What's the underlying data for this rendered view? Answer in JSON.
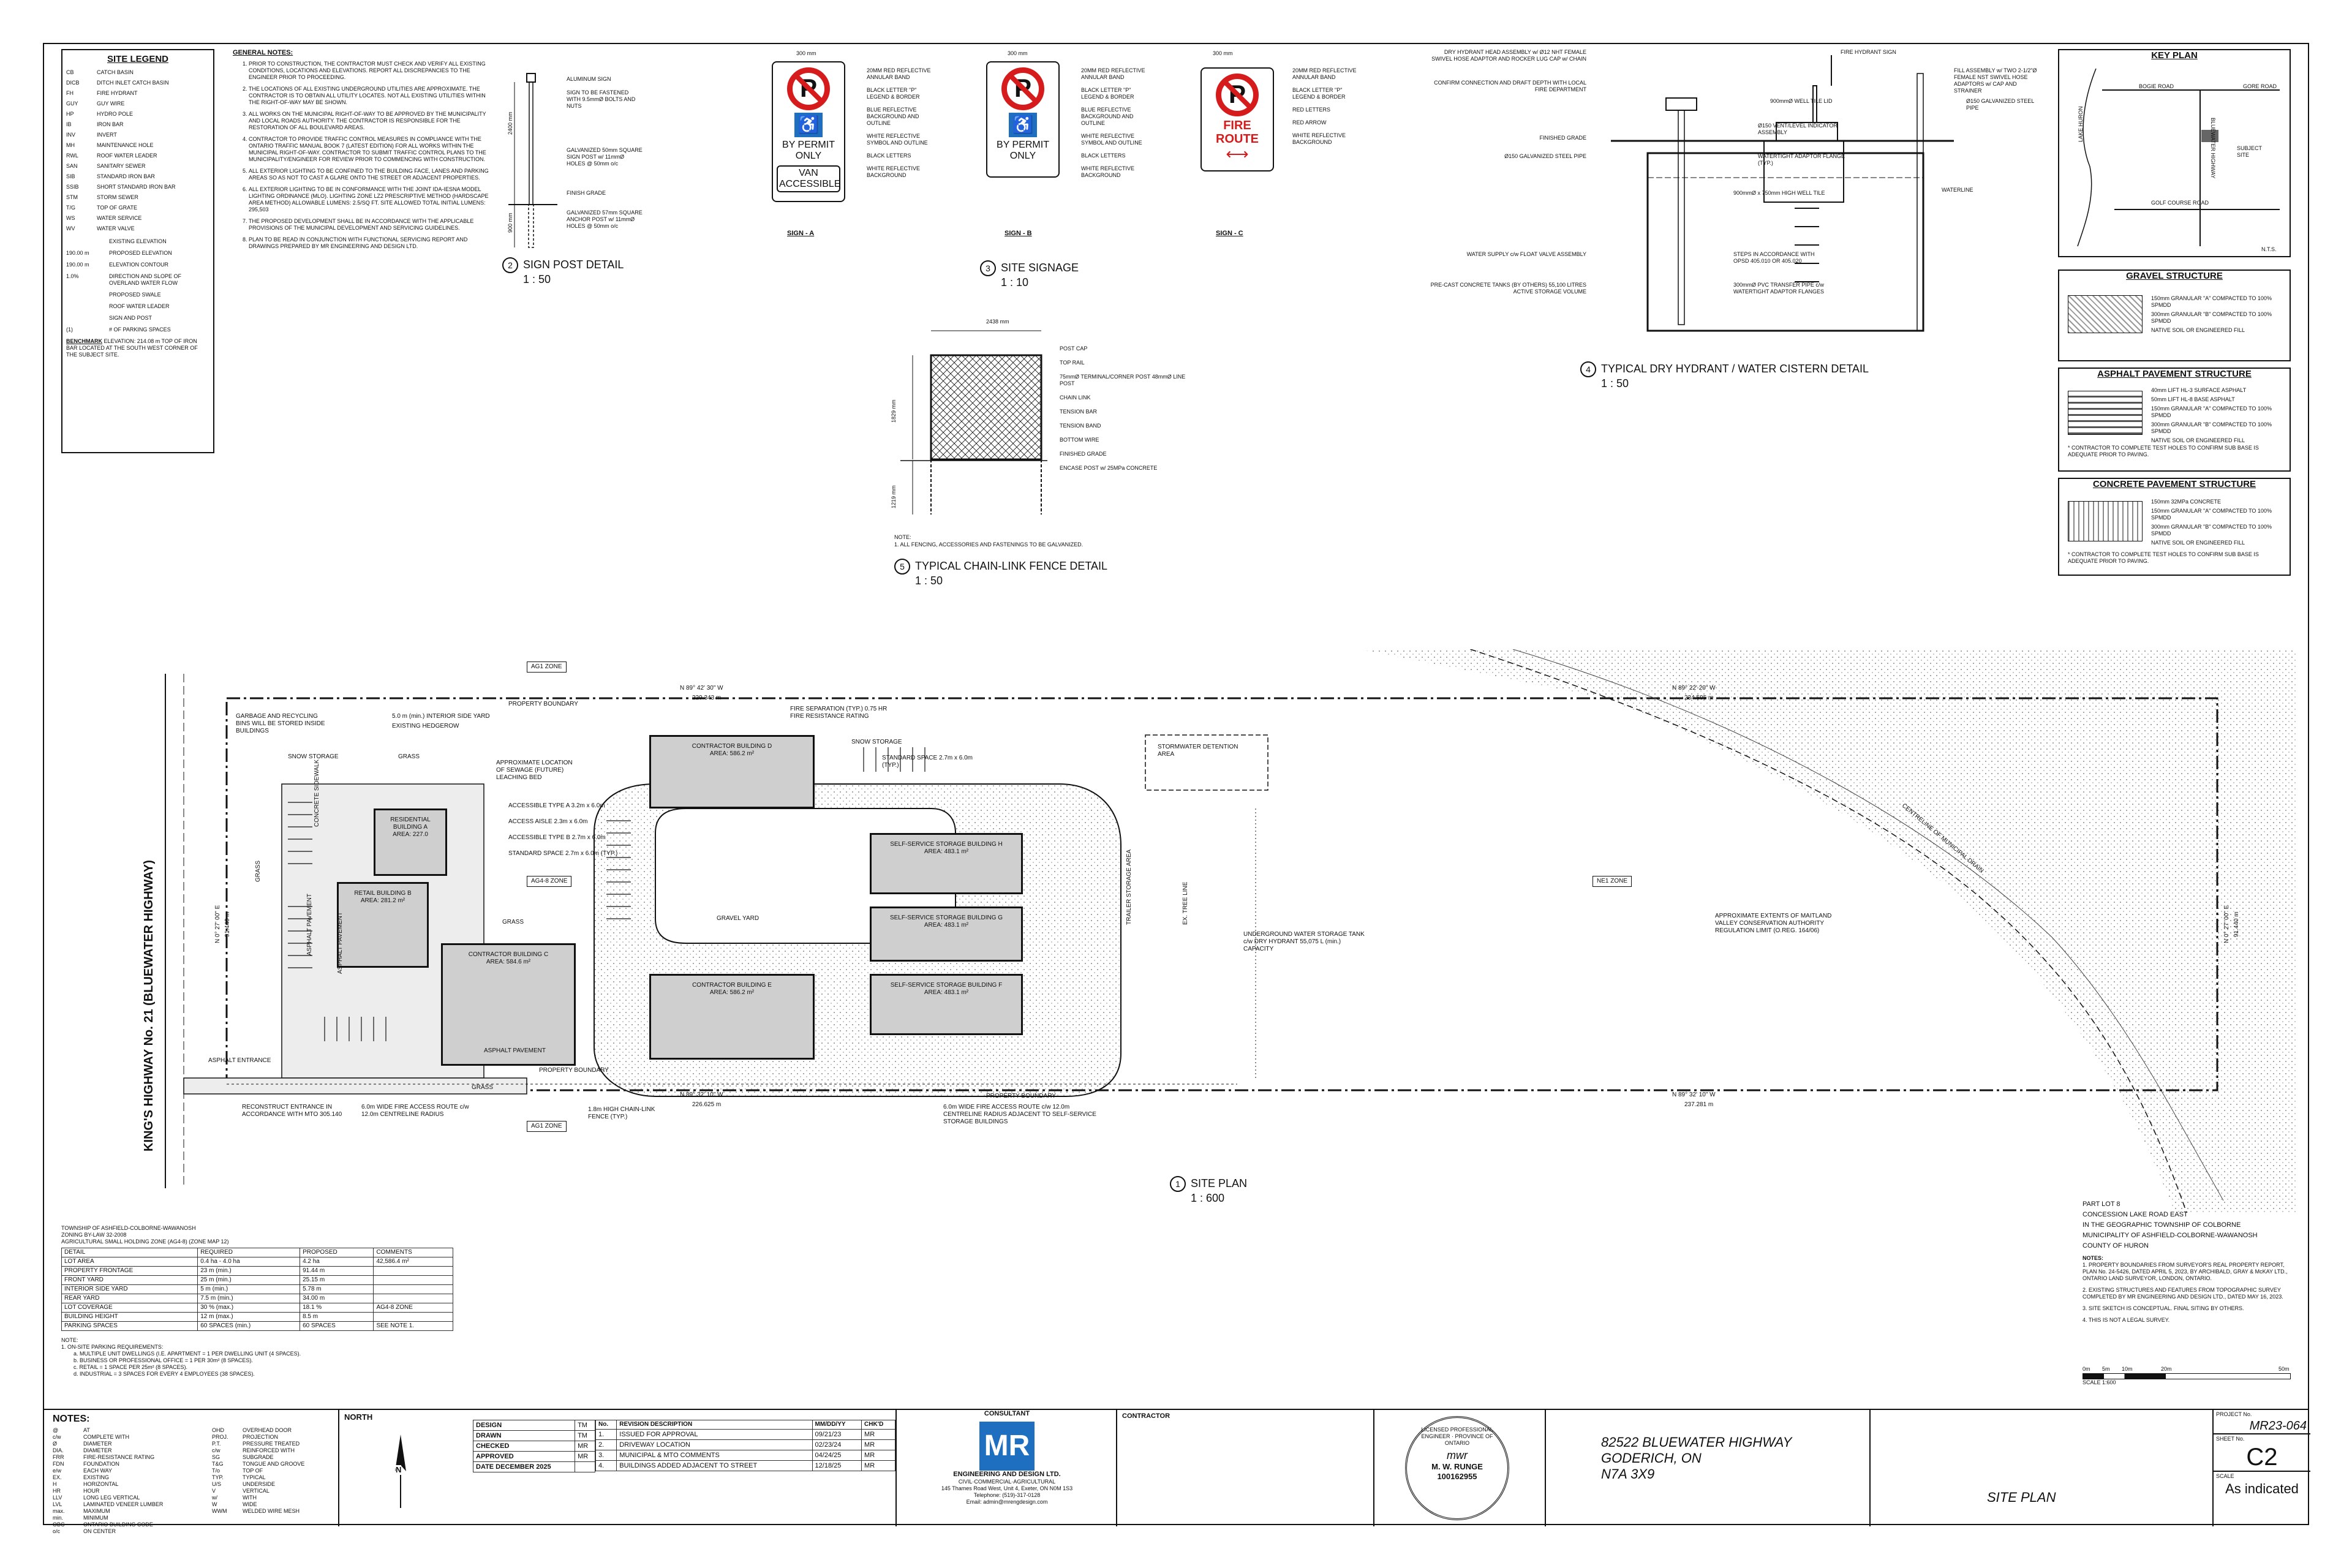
{
  "legend": {
    "title": "SITE LEGEND",
    "items": [
      [
        "CB",
        "CATCH BASIN"
      ],
      [
        "DICB",
        "DITCH INLET CATCH BASIN"
      ],
      [
        "FH",
        "FIRE HYDRANT"
      ],
      [
        "GUY",
        "GUY WIRE"
      ],
      [
        "HP",
        "HYDRO POLE"
      ],
      [
        "IB",
        "IRON BAR"
      ],
      [
        "INV",
        "INVERT"
      ],
      [
        "MH",
        "MAINTENANCE HOLE"
      ],
      [
        "RWL",
        "ROOF WATER LEADER"
      ],
      [
        "SAN",
        "SANITARY SEWER"
      ],
      [
        "SIB",
        "STANDARD IRON BAR"
      ],
      [
        "SSIB",
        "SHORT STANDARD IRON BAR"
      ],
      [
        "STM",
        "STORM SEWER"
      ],
      [
        "T/G",
        "TOP OF GRATE"
      ],
      [
        "WS",
        "WATER SERVICE"
      ],
      [
        "WV",
        "WATER VALVE"
      ]
    ],
    "symbols": [
      "EXISTING ELEVATION",
      "PROPOSED ELEVATION",
      "ELEVATION CONTOUR",
      "DIRECTION AND SLOPE OF OVERLAND WATER FLOW",
      "PROPOSED SWALE",
      "ROOF WATER LEADER",
      "SIGN AND POST",
      "# OF PARKING SPACES"
    ],
    "sym_vals": [
      "",
      "190.00 m",
      "190.00 m",
      "1.0%",
      "",
      "",
      "",
      "(1)"
    ],
    "benchmark_label": "BENCHMARK",
    "benchmark": "ELEVATION: 214.08 m TOP OF IRON BAR LOCATED AT THE SOUTH WEST CORNER OF THE SUBJECT SITE."
  },
  "general_notes": {
    "title": "GENERAL NOTES:",
    "items": [
      "PRIOR TO CONSTRUCTION, THE CONTRACTOR MUST CHECK AND VERIFY ALL EXISTING CONDITIONS, LOCATIONS AND ELEVATIONS. REPORT ALL DISCREPANCIES TO THE ENGINEER PRIOR TO PROCEEDING.",
      "THE LOCATIONS OF ALL EXISTING UNDERGROUND UTILITIES ARE APPROXIMATE. THE CONTRACTOR IS TO OBTAIN ALL UTILITY LOCATES. NOT ALL EXISTING UTILITIES WITHIN THE RIGHT-OF-WAY MAY BE SHOWN.",
      "ALL WORKS ON THE MUNICIPAL RIGHT-OF-WAY TO BE APPROVED BY THE MUNICIPALITY AND LOCAL ROADS AUTHORITY. THE CONTRACTOR IS RESPONSIBLE FOR THE RESTORATION OF ALL BOULEVARD AREAS.",
      "CONTRACTOR TO PROVIDE TRAFFIC CONTROL MEASURES IN COMPLIANCE WITH THE ONTARIO TRAFFIC MANUAL BOOK 7 (LATEST EDITION) FOR ALL WORKS WITHIN THE MUNICIPAL RIGHT-OF-WAY. CONTRACTOR TO SUBMIT TRAFFIC CONTROL PLANS TO THE MUNICIPALITY/ENGINEER FOR REVIEW PRIOR TO COMMENCING WITH CONSTRUCTION.",
      "ALL EXTERIOR LIGHTING TO BE CONFINED TO THE BUILDING FACE, LANES AND PARKING AREAS SO AS NOT TO CAST A GLARE ONTO THE STREET OR ADJACENT PROPERTIES.",
      "ALL EXTERIOR LIGHTING TO BE IN CONFORMANCE WITH THE JOINT IDA-IESNA MODEL LIGHTING ORDINANCE (MLO). LIGHTING ZONE LZ2 PRESCRIPTIVE METHOD (HARDSCAPE AREA METHOD) ALLOWABLE LUMENS: 2.5/SQ FT. SITE ALLOWED TOTAL INITIAL LUMENS: 295,503",
      "THE PROPOSED DEVELOPMENT SHALL BE IN ACCORDANCE WITH THE APPLICABLE PROVISIONS OF THE MUNICIPAL DEVELOPMENT AND SERVICING GUIDELINES.",
      "PLAN TO BE READ IN CONJUNCTION WITH FUNCTIONAL SERVICING REPORT AND DRAWINGS PREPARED BY MR ENGINEERING AND DESIGN LTD."
    ]
  },
  "sign_post": {
    "num": "2",
    "title": "SIGN POST DETAIL",
    "scale": "1 : 50",
    "notes": [
      "ALUMINUM SIGN",
      "SIGN TO BE FASTENED WITH 9.5mmØ BOLTS AND NUTS",
      "GALVANIZED 50mm SQUARE SIGN POST w/ 11mmØ HOLES @ 50mm o/c",
      "FINISH GRADE",
      "GALVANIZED 57mm SQUARE ANCHOR POST w/ 11mmØ HOLES @ 50mm o/c"
    ],
    "dims": [
      "2400 mm",
      "900 mm"
    ]
  },
  "site_signage": {
    "num": "3",
    "title": "SITE SIGNAGE",
    "scale": "1 : 10",
    "a": {
      "label": "SIGN - A",
      "top": "BY PERMIT ONLY",
      "bottom": "VAN ACCESSIBLE"
    },
    "b": {
      "label": "SIGN - B",
      "top": "BY PERMIT ONLY"
    },
    "c": {
      "label": "SIGN - C",
      "top": "FIRE ROUTE"
    },
    "dim": "300 mm",
    "notes_ab": [
      "20MM RED REFLECTIVE ANNULAR BAND",
      "BLACK LETTER \"P\" LEGEND & BORDER",
      "BLUE REFLECTIVE BACKGROUND AND OUTLINE",
      "WHITE REFLECTIVE SYMBOL AND OUTLINE",
      "BLACK LETTERS",
      "WHITE REFLECTIVE BACKGROUND"
    ],
    "notes_c": [
      "20MM RED REFLECTIVE ANNULAR BAND",
      "BLACK LETTER \"P\" LEGEND & BORDER",
      "RED LETTERS",
      "RED ARROW",
      "WHITE REFLECTIVE BACKGROUND"
    ]
  },
  "fence": {
    "num": "5",
    "title": "TYPICAL CHAIN-LINK FENCE DETAIL",
    "scale": "1 : 50",
    "notes": [
      "POST CAP",
      "TOP RAIL",
      "75mmØ TERMINAL/CORNER POST 48mmØ LINE POST",
      "CHAIN LINK",
      "TENSION BAR",
      "TENSION BAND",
      "BOTTOM WIRE",
      "FINISHED GRADE",
      "ENCASE POST w/ 25MPa CONCRETE"
    ],
    "dims": [
      "2438 mm",
      "1829 mm",
      "1219 mm"
    ],
    "note_label": "NOTE:",
    "note": "1.   ALL FENCING, ACCESSORIES AND FASTENINGS TO BE GALVANIZED."
  },
  "hydrant": {
    "num": "4",
    "title": "TYPICAL DRY HYDRANT / WATER CISTERN DETAIL",
    "scale": "1 : 50",
    "notes": [
      "DRY HYDRANT HEAD ASSEMBLY w/ Ø12 NHT FEMALE SWIVEL HOSE ADAPTOR AND ROCKER LUG CAP w/ CHAIN",
      "CONFIRM CONNECTION AND DRAFT DEPTH WITH LOCAL FIRE DEPARTMENT",
      "FINISHED GRADE",
      "Ø150 GALVANIZED STEEL PIPE",
      "WATER SUPPLY c/w FLOAT VALVE ASSEMBLY",
      "PRE-CAST CONCRETE TANKS (BY OTHERS) 55,100 LITRES ACTIVE STORAGE VOLUME",
      "FIRE HYDRANT SIGN",
      "900mmØ WELL TILE LID",
      "Ø150 VENT/LEVEL INDICATOR ASSEMBLY",
      "WATERTIGHT ADAPTOR FLANGE (TYP.)",
      "900mmØ x 750mm HIGH WELL TILE",
      "STEPS IN ACCORDANCE WITH OPSD 405.010 OR 405.020",
      "300mmØ PVC TRANSFER PIPE c/w WATERTIGHT ADAPTOR FLANGES",
      "FILL ASSEMBLY w/ TWO 2-1/2\"Ø FEMALE NST SWIVEL HOSE ADAPTORS w/ CAP AND STRAINER",
      "Ø150 GALVANIZED STEEL PIPE",
      "WATERLINE"
    ]
  },
  "key_plan": {
    "title": "KEY PLAN",
    "roads": [
      "BOGIE ROAD",
      "GORE ROAD",
      "BLUEWATER HIGHWAY",
      "GOLF COURSE ROAD",
      "LAKE HURON"
    ],
    "site": "SUBJECT SITE",
    "nts": "N.T.S."
  },
  "gravel": {
    "title": "GRAVEL STRUCTURE",
    "layers": [
      "150mm GRANULAR \"A\" COMPACTED TO 100% SPMDD",
      "300mm GRANULAR \"B\" COMPACTED TO 100% SPMDD",
      "NATIVE SOIL OR ENGINEERED FILL"
    ]
  },
  "asphalt": {
    "title": "ASPHALT PAVEMENT STRUCTURE",
    "layers": [
      "40mm LIFT HL-3 SURFACE ASPHALT",
      "50mm LIFT HL-8 BASE ASPHALT",
      "150mm GRANULAR \"A\" COMPACTED TO 100% SPMDD",
      "300mm GRANULAR \"B\" COMPACTED TO 100% SPMDD",
      "NATIVE SOIL OR ENGINEERED FILL"
    ],
    "note": "* CONTRACTOR TO COMPLETE TEST HOLES TO CONFIRM SUB BASE IS ADEQUATE PRIOR TO PAVING."
  },
  "concrete": {
    "title": "CONCRETE PAVEMENT STRUCTURE",
    "layers": [
      "150mm 32MPa CONCRETE",
      "150mm GRANULAR \"A\" COMPACTED TO 100% SPMDD",
      "300mm GRANULAR \"B\" COMPACTED TO 100% SPMDD",
      "NATIVE SOIL OR ENGINEERED FILL"
    ],
    "note": "* CONTRACTOR TO COMPLETE TEST HOLES TO CONFIRM SUB BASE IS ADEQUATE PRIOR TO PAVING."
  },
  "site_plan": {
    "num": "1",
    "title": "SITE PLAN",
    "scale": "1 : 600",
    "highway": "KING'S HIGHWAY No. 21 (BLUEWATER HIGHWAY)",
    "bearings": {
      "n1": "N  89° 42' 30\"  W",
      "n1d": "229.343 m",
      "n2": "N  89° 22' 20\"  W",
      "n2d": "234.595 m",
      "s1": "N  89° 32' 10\"  W",
      "s1d": "226.625 m",
      "s2": "N  89° 32' 10\"  W",
      "s2d": "237.281 m",
      "w": "N  0° 27' 00\"  E",
      "wd": "91.440 m",
      "e": "N  0° 27' 00\"  E",
      "ed": "91.440 m"
    },
    "buildings": [
      {
        "name": "RESIDENTIAL BUILDING A",
        "area": "AREA: 227.0"
      },
      {
        "name": "RETAIL BUILDING B",
        "area": "AREA: 281.2 m²"
      },
      {
        "name": "CONTRACTOR BUILDING C",
        "area": "AREA: 584.6 m²"
      },
      {
        "name": "CONTRACTOR BUILDING D",
        "area": "AREA: 586.2 m²"
      },
      {
        "name": "CONTRACTOR BUILDING E",
        "area": "AREA: 586.2 m²"
      },
      {
        "name": "SELF-SERVICE STORAGE BUILDING F",
        "area": "AREA: 483.1 m²"
      },
      {
        "name": "SELF-SERVICE STORAGE BUILDING G",
        "area": "AREA: 483.1 m²"
      },
      {
        "name": "SELF-SERVICE STORAGE BUILDING H",
        "area": "AREA: 483.1 m²"
      }
    ],
    "zones": [
      "AG1 ZONE",
      "AG4-8 ZONE",
      "NE1 ZONE",
      "AG1 ZONE"
    ],
    "labels": [
      "PROPERTY BOUNDARY",
      "5.0 m (min.) INTERIOR SIDE YARD",
      "EXISTING HEDGEROW",
      "GARBAGE AND RECYCLING BINS WILL BE STORED INSIDE BUILDINGS",
      "SNOW STORAGE",
      "GRASS",
      "FIRE SEPARATION (TYP.) 0.75 HR FIRE RESISTANCE RATING",
      "SNOW STORAGE",
      "STANDARD SPACE 2.7m x 6.0m (TYP.)",
      "STORMWATER DETENTION AREA",
      "APPROXIMATE LOCATION OF SEWAGE (FUTURE) LEACHING BED",
      "ACCESSIBLE TYPE A 3.2m x 6.0m",
      "ACCESS AISLE 2.3m x 6.0m",
      "ACCESSIBLE TYPE B 2.7m x 6.0m",
      "STANDARD SPACE 2.7m x 6.0m (TYP.)",
      "GRAVEL YARD",
      "TRAILER STORAGE AREA",
      "EX. TREE LINE",
      "UNDERGROUND WATER STORAGE TANK c/w DRY HYDRANT 55,075 L (min.) CAPACITY",
      "APPROXIMATE EXTENTS OF MAITLAND VALLEY CONSERVATION AUTHORITY REGULATION LIMIT (O.REG. 164/06)",
      "ASPHALT PAVEMENT",
      "ASPHALT PAVEMENT",
      "ASPHALT ENTRANCE",
      "PROPERTY BOUNDARY",
      "RECONSTRUCT ENTRANCE IN ACCORDANCE WITH MTO 305.140",
      "6.0m WIDE FIRE ACCESS ROUTE c/w 12.0m CENTRELINE RADIUS",
      "1.8m HIGH CHAIN-LINK FENCE (TYP.)",
      "6.0m WIDE FIRE ACCESS ROUTE c/w 12.0m CENTRELINE RADIUS ADJACENT TO SELF-SERVICE STORAGE BUILDINGS",
      "PROPERTY BOUNDARY",
      "GRASS",
      "GRASS",
      "GRASS",
      "CONCRETE SIDEWALK",
      "ASPHALT PAVEMENT",
      "CENTRELINE OF MUNICIPAL DRAIN"
    ]
  },
  "zoning": {
    "heading": "TOWNSHIP OF ASHFIELD-COLBORNE-WAWANOSH\nZONING BY-LAW 32-2008\nAGRICULTURAL SMALL HOLDING ZONE (AG4-8)          (ZONE MAP 12)",
    "cols": [
      "DETAIL",
      "REQUIRED",
      "PROPOSED",
      "COMMENTS"
    ],
    "rows": [
      [
        "LOT AREA",
        "0.4 ha - 4.0 ha",
        "4.2 ha",
        "42,586.4 m²"
      ],
      [
        "PROPERTY FRONTAGE",
        "23 m (min.)",
        "91.44 m",
        ""
      ],
      [
        "FRONT YARD",
        "25 m (min.)",
        "25.15 m",
        ""
      ],
      [
        "INTERIOR SIDE YARD",
        "5 m (min.)",
        "5.78 m",
        ""
      ],
      [
        "REAR YARD",
        "7.5 m (min.)",
        "34.00 m",
        ""
      ],
      [
        "LOT COVERAGE",
        "30 % (max.)",
        "18.1 %",
        "AG4-8 ZONE"
      ],
      [
        "BUILDING HEIGHT",
        "12 m (max.)",
        "8.5 m",
        ""
      ],
      [
        "PARKING SPACES",
        "60 SPACES (min.)",
        "60 SPACES",
        "SEE NOTE 1."
      ]
    ],
    "note_title": "NOTE:",
    "notes": [
      "1.   ON-SITE PARKING REQUIREMENTS:",
      "a.   MULTIPLE UNIT DWELLINGS (I.E. APARTMENT = 1 PER DWELLING UNIT (4 SPACES).",
      "b.   BUSINESS OR PROFESSIONAL OFFICE = 1 PER 30m² (8 SPACES).",
      "c.   RETAIL = 1 SPACE PER 25m² (8 SPACES).",
      "d.   INDUSTRIAL = 3 SPACES FOR EVERY 4 EMPLOYEES (38 SPACES)."
    ]
  },
  "legal": {
    "lines": [
      "PART LOT 8",
      "CONCESSION LAKE ROAD EAST",
      "IN THE GEOGRAPHIC TOWNSHIP OF COLBORNE",
      "MUNICIPALITY OF ASHFIELD-COLBORNE-WAWANOSH",
      "COUNTY OF HURON"
    ],
    "notes_title": "NOTES:",
    "notes": [
      "1.   PROPERTY BOUNDARIES FROM SURVEYOR'S REAL PROPERTY REPORT, PLAN No. 24-5426, DATED APRIL 5, 2023, BY ARCHIBALD, GRAY & McKAY LTD., ONTARIO LAND SURVEYOR, LONDON, ONTARIO.",
      "2.   EXISTING STRUCTURES AND FEATURES FROM TOPOGRAPHIC SURVEY COMPLETED BY MR ENGINEERING AND DESIGN LTD., DATED MAY 16, 2023.",
      "3.   SITE SKETCH IS CONCEPTUAL. FINAL SITING BY OTHERS.",
      "4.   THIS IS NOT A LEGAL SURVEY."
    ],
    "scale_ticks": [
      "0m",
      "5m",
      "10m",
      "20m",
      "50m"
    ],
    "scale_label": "SCALE   1:600"
  },
  "title_block": {
    "notes_title": "NOTES:",
    "abbr1": [
      [
        "@",
        "AT"
      ],
      [
        "c/w",
        "COMPLETE WITH"
      ],
      [
        "Ø",
        "DIAMETER"
      ],
      [
        "DIA.",
        "DIAMETER"
      ],
      [
        "FRR",
        "FIRE-RESISTANCE RATING"
      ],
      [
        "FDN",
        "FOUNDATION"
      ],
      [
        "e/w",
        "EACH WAY"
      ],
      [
        "EX.",
        "EXISTING"
      ],
      [
        "H",
        "HORIZONTAL"
      ],
      [
        "HR",
        "HOUR"
      ],
      [
        "LLV",
        "LONG LEG VERTICAL"
      ],
      [
        "LVL",
        "LAMINATED VENEER LUMBER"
      ],
      [
        "max.",
        "MAXIMUM"
      ],
      [
        "min.",
        "MINIMUM"
      ],
      [
        "OBC",
        "ONTARIO BUILDING CODE"
      ],
      [
        "o/c",
        "ON CENTER"
      ]
    ],
    "abbr2": [
      [
        "OHD",
        "OVERHEAD DOOR"
      ],
      [
        "PROJ.",
        "PROJECTION"
      ],
      [
        "P.T.",
        "PRESSURE TREATED"
      ],
      [
        "c/w",
        "REINFORCED WITH"
      ],
      [
        "SG",
        "SUBGRADE"
      ],
      [
        "T&G",
        "TONGUE AND GROOVE"
      ],
      [
        "T/o",
        "TOP OF"
      ],
      [
        "TYP.",
        "TYPICAL"
      ],
      [
        "U/S",
        "UNDERSIDE"
      ],
      [
        "V",
        "VERTICAL"
      ],
      [
        "w/",
        "WITH"
      ],
      [
        "W",
        "WIDE"
      ],
      [
        "WWM",
        "WELDED WIRE MESH"
      ]
    ],
    "north": "NORTH",
    "north_letter": "N",
    "approvals": [
      [
        "DESIGN",
        "TM"
      ],
      [
        "DRAWN",
        "TM"
      ],
      [
        "CHECKED",
        "MR"
      ],
      [
        "APPROVED",
        "MR"
      ],
      [
        "DATE   DECEMBER 2025",
        ""
      ]
    ],
    "rev_cols": [
      "No.",
      "REVISION DESCRIPTION",
      "MM/DD/YY",
      "CHK'D"
    ],
    "revisions": [
      [
        "1.",
        "ISSUED FOR APPROVAL",
        "09/21/23",
        "MR"
      ],
      [
        "2.",
        "DRIVEWAY LOCATION",
        "02/23/24",
        "MR"
      ],
      [
        "3.",
        "MUNICIPAL & MTO COMMENTS",
        "04/24/25",
        "MR"
      ],
      [
        "4.",
        "BUILDINGS ADDED ADJACENT TO STREET",
        "12/18/25",
        "MR"
      ]
    ],
    "consultant_label": "CONSULTANT",
    "company": "ENGINEERING AND DESIGN LTD.",
    "company_sub": "CIVIL·COMMERCIAL·AGRICULTURAL",
    "address": "145 Thames Road West, Unit 4, Exeter, ON  N0M 1S3",
    "phone": "Telephone: (519)-317-0128",
    "email": "Email: admin@mrengdesign.com",
    "contractor_label": "CONTRACTOR",
    "seal_ring": "LICENSED PROFESSIONAL ENGINEER · PROVINCE OF ONTARIO",
    "seal_name": "M. W. RUNGE",
    "seal_no": "100162955",
    "project_address": [
      "82522 BLUEWATER HIGHWAY",
      "GODERICH, ON",
      "N7A 3X9"
    ],
    "sheet_title": "SITE PLAN",
    "project_no_label": "PROJECT No.",
    "project_no": "MR23-064",
    "sheet_no_label": "SHEET No.",
    "sheet_no": "C2",
    "scale_label": "SCALE",
    "scale": "As indicated"
  }
}
